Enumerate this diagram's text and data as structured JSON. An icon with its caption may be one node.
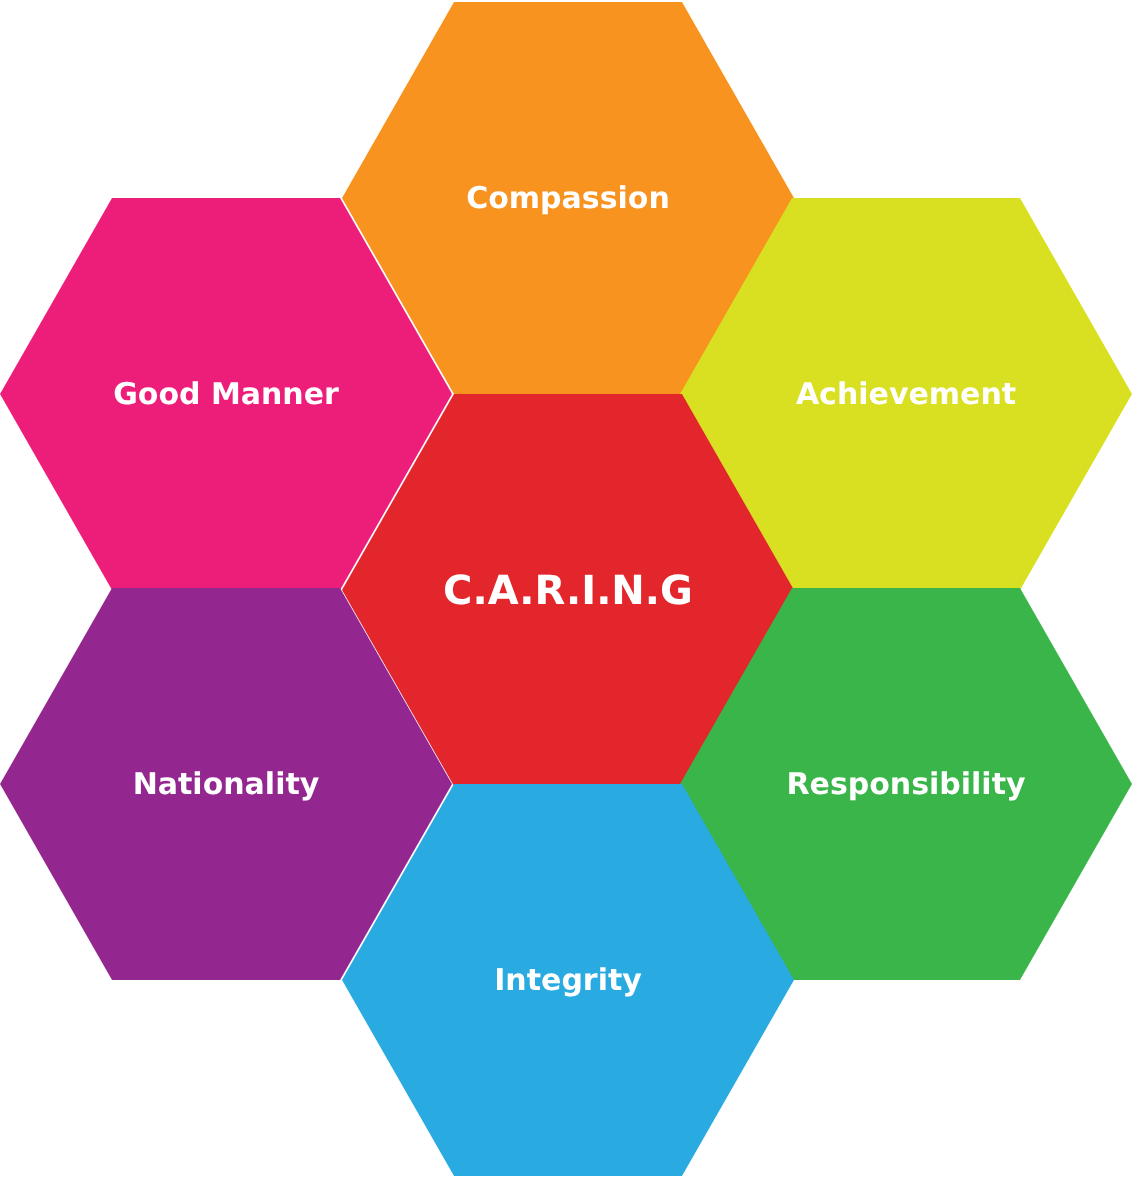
{
  "diagram": {
    "nodes": [
      {
        "text": [
          "Compassion"
        ]
      },
      {
        "text": [
          "Good Manner"
        ]
      },
      {
        "text": [
          "Achievement"
        ]
      },
      {
        "text": [
          "C.A.R.I.N.G"
        ]
      },
      {
        "text": [
          "Nationality"
        ]
      },
      {
        "text": [
          "Responsibility"
        ]
      },
      {
        "text": [
          "Integrity"
        ]
      }
    ]
  }
}
